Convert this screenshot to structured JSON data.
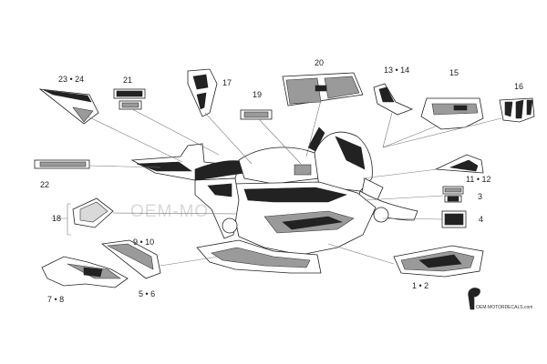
{
  "watermark": {
    "text": "OEM-MOTORDECALS.com",
    "logo_text": "OEM-MOTORDECALS.com"
  },
  "callouts": {
    "c23_24": "23 • 24",
    "c21": "21",
    "c17": "17",
    "c20": "20",
    "c13_14": "13 • 14",
    "c15": "15",
    "c16": "16",
    "c19": "19",
    "c22": "22",
    "c11_12": "11 • 12",
    "c3": "3",
    "c18": "18",
    "c4": "4",
    "c9_10": "9 • 10",
    "c7_8": "7 • 8",
    "c5_6": "5 • 6",
    "c1_2": "1 • 2"
  },
  "colors": {
    "line": "#222222",
    "watermark": "#d8d8d8",
    "shade": "#9a9a9a"
  }
}
